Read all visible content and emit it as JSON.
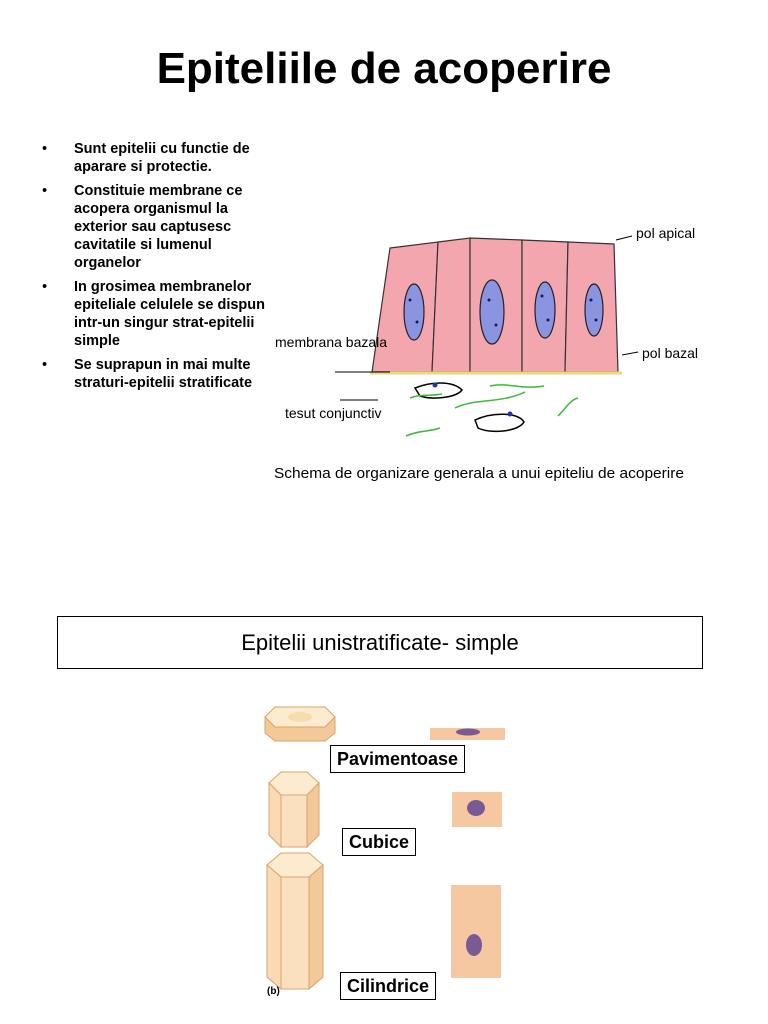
{
  "title": "Epiteliile de acoperire",
  "bullets": [
    "Sunt epitelii cu functie de aparare si protectie.",
    "Constituie membrane ce acopera organismul la exterior sau captusesc cavitatile si lumenul organelor",
    "In grosimea membranelor epiteliale celulele se dispun intr-un singur strat-epitelii simple",
    "Se suprapun in mai multe straturi-epitelii stratificate"
  ],
  "bullet_marker": "•",
  "diagram": {
    "label_pol_apical": "pol apical",
    "label_membrana_bazala": "membrana bazala",
    "label_pol_bazal": "pol bazal",
    "label_tesut": "tesut conjunctiv",
    "caption": "Schema de organizare generala a unui epiteliu de acoperire"
  },
  "section_heading": "Epitelii unistratificate- simple",
  "cell_types": {
    "pavimentoase": "Pavimentoase",
    "cubice": "Cubice",
    "cilindrice": "Cilindrice",
    "figure_tag": "(b)"
  },
  "colors": {
    "cell_fill": "#f4a6ae",
    "nucleus_fill": "#8a94e0",
    "basal_line": "#e8d97a",
    "fiber": "#3db83d",
    "shape_fill": "#fbe0bf",
    "shape_edge": "#d9a46b",
    "nucleus_purple": "#7a5a92"
  }
}
